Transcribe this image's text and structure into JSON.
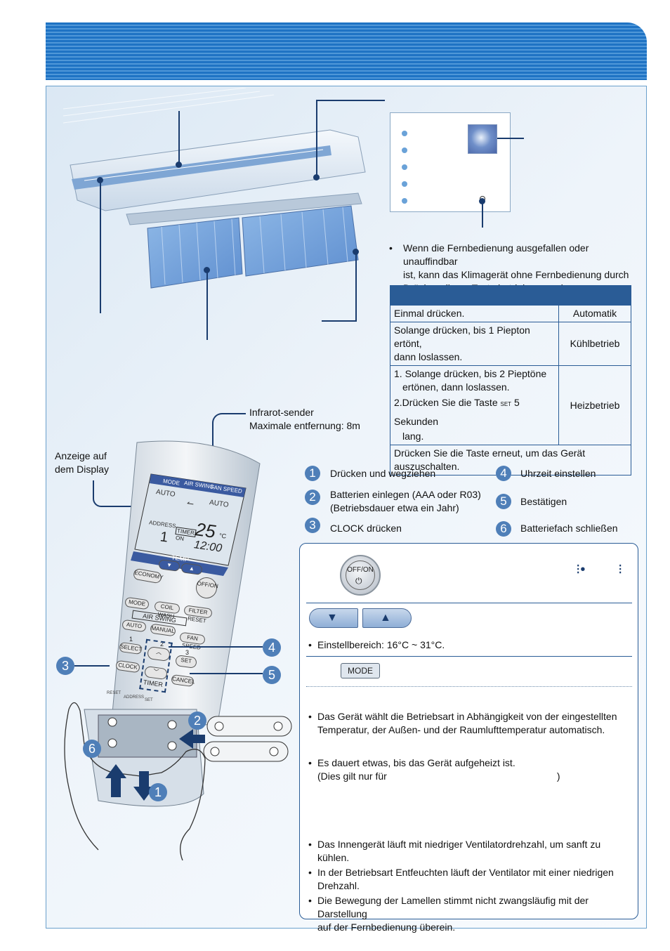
{
  "labels": {
    "ir_transmitter_line1": "Infrarot-sender",
    "ir_transmitter_line2": "Maximale entfernung:  8m",
    "display_label_line1": "Anzeige auf",
    "display_label_line2": "dem Display"
  },
  "auto_note": {
    "line1": "Wenn die Fernbedienung ausgefallen oder unauffindbar",
    "line2": "ist, kann das Klimagerät ohne Fernbedienung durch",
    "line3": "Drücken dieser Taste betrieben werden."
  },
  "auto_table": {
    "row1_action": "Einmal drücken.",
    "row1_mode": "Automatik",
    "row2_action_line1": "Solange drücken, bis 1 Piepton ertönt,",
    "row2_action_line2": "dann loslassen.",
    "row2_mode": "Kühlbetrieb",
    "row3_action_line1": "1. Solange drücken, bis 2 Pieptöne",
    "row3_action_line2": "ertönen, dann loslassen.",
    "row3_action_line3a": "2.Drücken Sie die Taste",
    "row3_action_line3_icon": "SET",
    "row3_action_line3b": "5 Sekunden",
    "row3_action_line4": "lang.",
    "row3_mode": "Heizbetrieb",
    "footer": "Drücken Sie die Taste erneut, um das Gerät auszuschalten."
  },
  "steps": [
    {
      "num": "1",
      "text": "Drücken und wegziehen"
    },
    {
      "num": "2",
      "text_line1": "Batterien einlegen (AAA oder R03)",
      "text_line2": "(Betriebsdauer etwa ein Jahr)"
    },
    {
      "num": "3",
      "text": "CLOCK drücken"
    },
    {
      "num": "4",
      "text": "Uhrzeit einstellen"
    },
    {
      "num": "5",
      "text": "Bestätigen"
    },
    {
      "num": "6",
      "text": "Batteriefach schließen"
    }
  ],
  "info_box": {
    "offon_label": "OFF/ON",
    "range": "Einstellbereich: 16°C ~ 31°C.",
    "mode_button": "MODE",
    "auto_note_line1": "Das Gerät wählt die Betriebsart in Abhängigkeit von der eingestellten",
    "auto_note_line2": "Temperatur, der Außen- und der Raumlufttemperatur automatisch.",
    "heat_note_line1": "Es dauert etwas, bis das Gerät aufgeheizt ist.",
    "heat_note_line2a": "(Dies gilt nur für",
    "heat_note_line2b": ")",
    "dry_note1": "Das Innengerät läuft mit niedriger Ventilatordrehzahl, um sanft zu kühlen.",
    "dry_note2_line1": "In der Betriebsart Entfeuchten läuft der Ventilator mit einer niedrigen",
    "dry_note2_line2": "Drehzahl.",
    "dry_note3_line1": "Die Bewegung der Lamellen stimmt nicht zwangsläufig mit der Darstellung",
    "dry_note3_line2": "auf der Fernbedienung überein."
  },
  "remote": {
    "lcd_mode": "MODE",
    "lcd_air_swing": "AIR SWING",
    "lcd_fan_speed": "FAN SPEED",
    "lcd_auto_left": "AUTO",
    "lcd_auto_right": "AUTO",
    "lcd_address": "ADDRESS",
    "lcd_address_value": "1",
    "lcd_timer": "TIMER",
    "lcd_on": "ON",
    "lcd_temp": "25",
    "lcd_unit": "°C",
    "lcd_clock": "12:00",
    "temp_label": "TEMP",
    "economy": "ECONOMY",
    "offon": "OFF/ON",
    "mode": "MODE",
    "coil_wash": "COIL WASH",
    "filter_reset": "FILTER RESET",
    "air_swing": "AIR SWING",
    "auto": "AUTO",
    "manual": "MANUAL",
    "fan_speed": "FAN SPEED",
    "num1": "1",
    "num2": "2",
    "num3": "3",
    "select": "SELECT",
    "set": "SET",
    "clock": "CLOCK",
    "timer": "TIMER",
    "cancel": "CANCEL",
    "reset": "RESET",
    "address": "ADDRESS",
    "set_small": "SET"
  },
  "callouts": {
    "c1": "1",
    "c2": "2",
    "c3": "3",
    "c4": "4",
    "c5": "5",
    "c6": "6"
  },
  "colors": {
    "header_blue": "#1f73c4",
    "accent_blue": "#2a5c96",
    "number_circle": "#4f7fb8"
  }
}
